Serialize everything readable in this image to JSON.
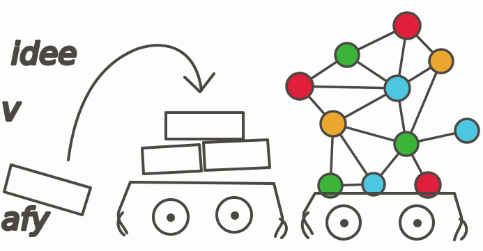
{
  "texts": {
    "top_word": "idee",
    "mid_fragment": "v",
    "bottom_word": "afy"
  },
  "colors": {
    "ink": "#4a4744",
    "paper": "#fdfdfc",
    "red": "#e0203a",
    "green": "#3ab53a",
    "orange": "#eba62d",
    "cyan": "#4cc7df"
  },
  "icons": {
    "arrow": "curved-arrow-icon",
    "truck_left": "truck-with-blocks-icon",
    "truck_right": "truck-with-network-icon"
  }
}
